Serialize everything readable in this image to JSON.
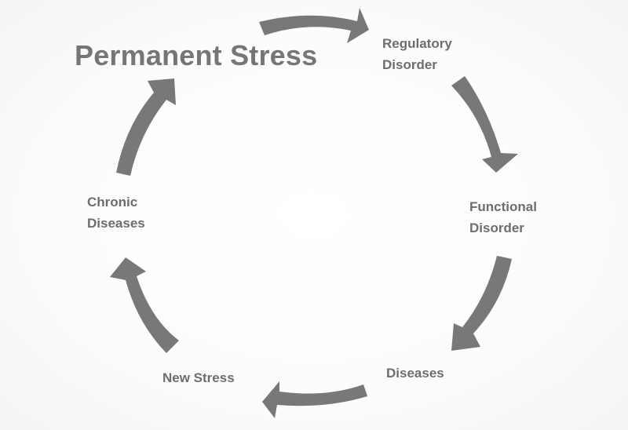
{
  "title": "Permanent Stress",
  "stages": {
    "regulatory": {
      "line1": "Regulatory",
      "line2": "Disorder"
    },
    "functional": {
      "line1": "Functional",
      "line2": "Disorder"
    },
    "diseases": "Diseases",
    "new_stress": "New Stress",
    "chronic": {
      "line1": "Chronic",
      "line2": "Diseases"
    }
  },
  "colors": {
    "arrow": "#787878",
    "text": "#6d6d6d"
  }
}
